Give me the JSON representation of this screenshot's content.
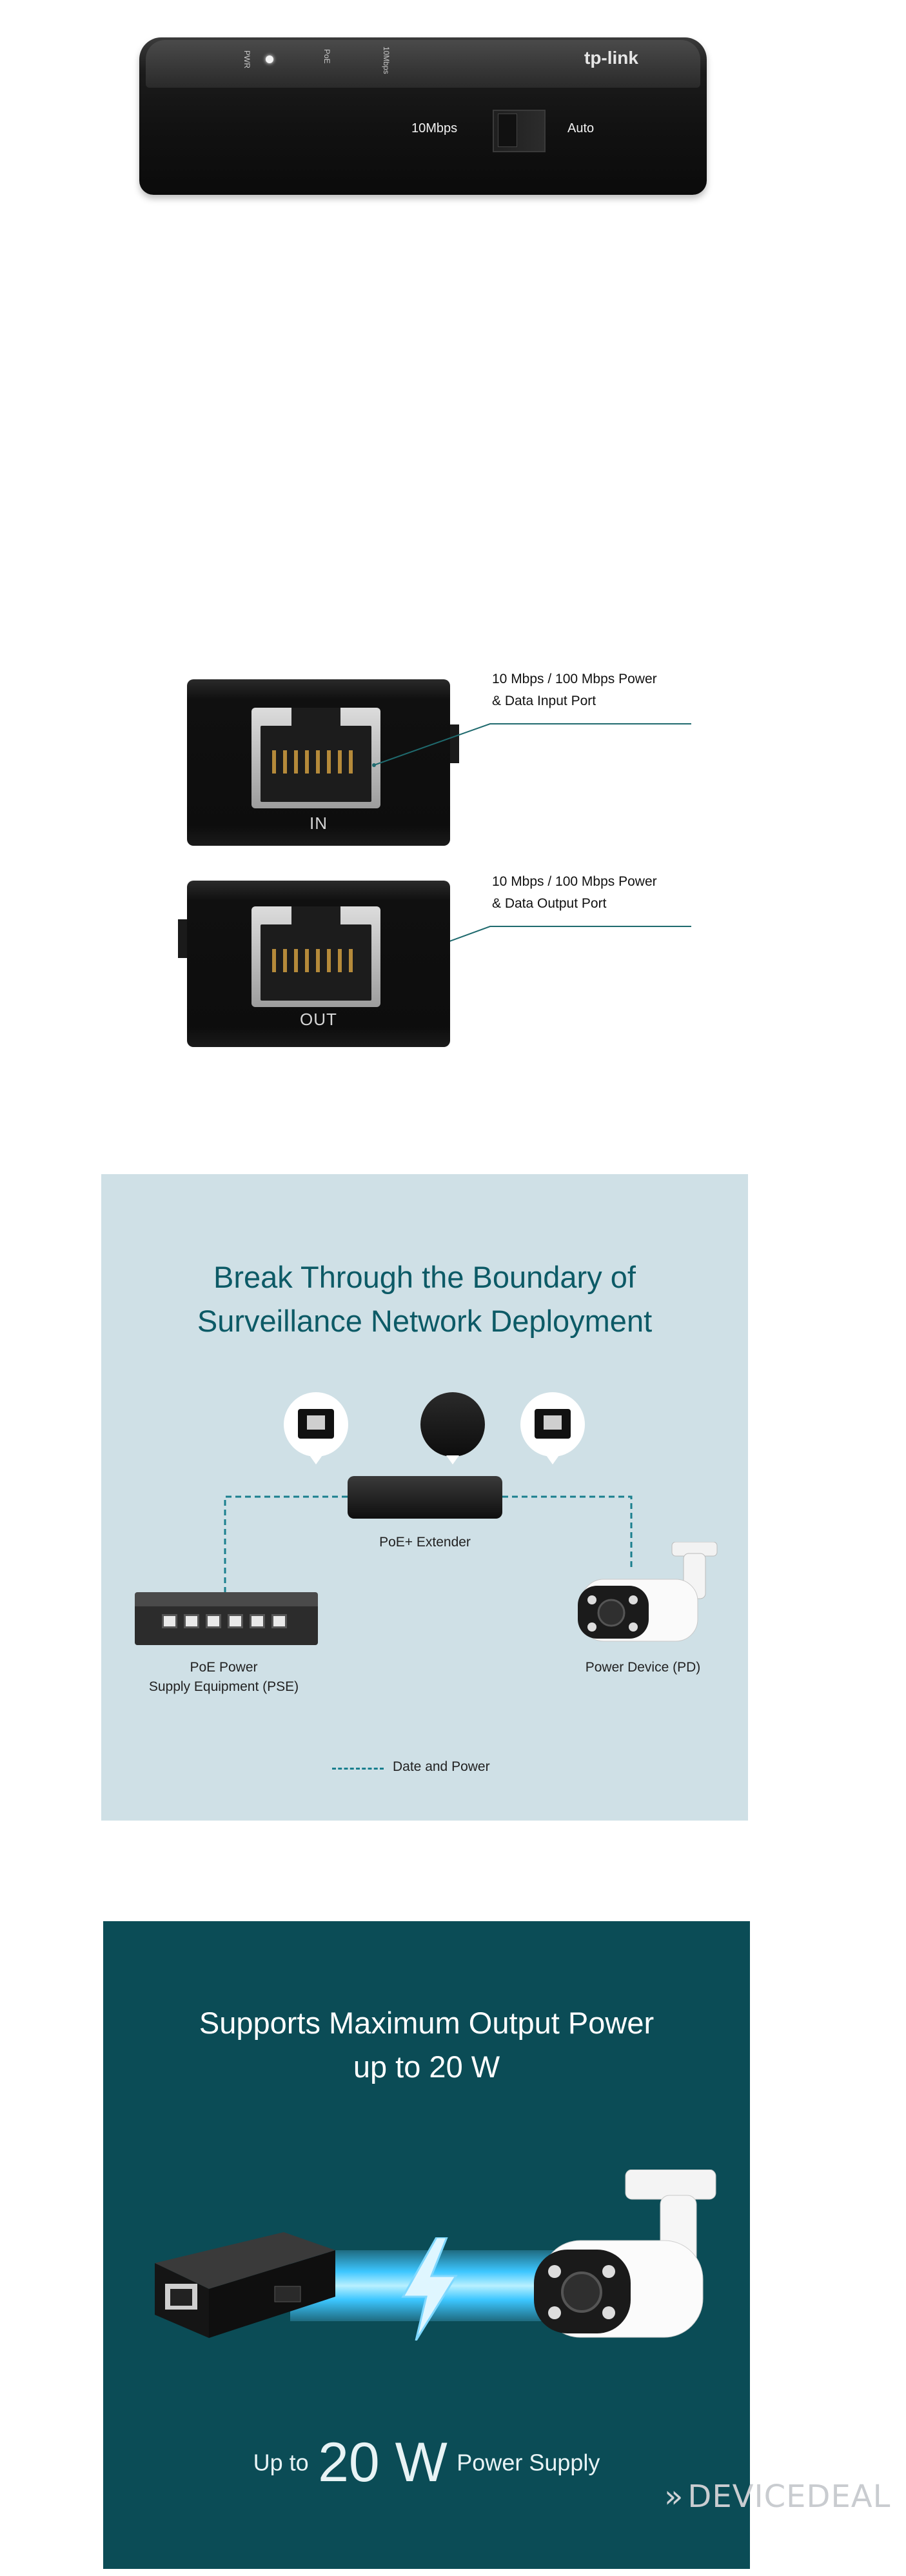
{
  "device_top": {
    "logo": "tp-link",
    "speed_label": "10Mbps",
    "auto_label": "Auto",
    "tiny_labels": [
      "PWR",
      "PoE",
      "10Mbps"
    ]
  },
  "ports": {
    "in": {
      "label": "IN",
      "callout_line1": "10 Mbps / 100 Mbps Power",
      "callout_line2": "& Data Input Port"
    },
    "out": {
      "label": "OUT",
      "callout_line1": "10 Mbps / 100 Mbps Power",
      "callout_line2": "& Data Output Port"
    }
  },
  "diagram": {
    "title_line1": "Break Through the Boundary of",
    "title_line2": "Surveillance Network Deployment",
    "extender_label": "PoE+ Extender",
    "pse_line1": "PoE Power",
    "pse_line2": "Supply Equipment (PSE)",
    "pd_label": "Power Device (PD)",
    "legend_label": "Date and Power",
    "colors": {
      "background": "#cfe0e6",
      "title": "#0c5a66",
      "dash": "#1a7f8e"
    }
  },
  "power": {
    "title_line1": "Supports Maximum Output Power",
    "title_line2": "up to 20 W",
    "prefix": "Up to",
    "value": "20 W",
    "suffix": "Power Supply",
    "colors": {
      "background": "#0b4c56",
      "beam": "#3cc6ff"
    }
  },
  "watermark": {
    "text": "DEVICEDEAL"
  }
}
